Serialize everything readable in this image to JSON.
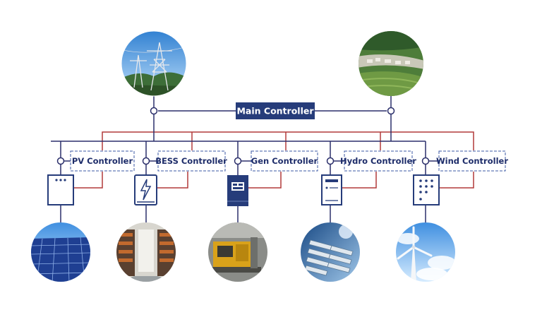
{
  "diagram": {
    "main_controller": "Main Controller",
    "controllers": [
      {
        "id": "pv",
        "label": "PV Controller"
      },
      {
        "id": "bess",
        "label": "BESS Controller"
      },
      {
        "id": "gen",
        "label": "Gen Controller"
      },
      {
        "id": "hydro",
        "label": "Hydro Controller"
      },
      {
        "id": "wind",
        "label": "Wind Controller"
      }
    ],
    "photos": [
      {
        "id": "grid",
        "subject": "power-grid-tower"
      },
      {
        "id": "village",
        "subject": "village-load"
      },
      {
        "id": "pv",
        "subject": "solar-panels"
      },
      {
        "id": "bess",
        "subject": "battery-storage"
      },
      {
        "id": "gen",
        "subject": "diesel-generator"
      },
      {
        "id": "hydro",
        "subject": "hydro-turbine"
      },
      {
        "id": "wind",
        "subject": "wind-turbine"
      }
    ],
    "colors": {
      "bus_line": "#2b2f6b",
      "comm_line": "#b23a3a",
      "controller_fill": "#263c7a",
      "controller_text": "#1e2d6a",
      "box_border": "#3c5aa6"
    }
  }
}
